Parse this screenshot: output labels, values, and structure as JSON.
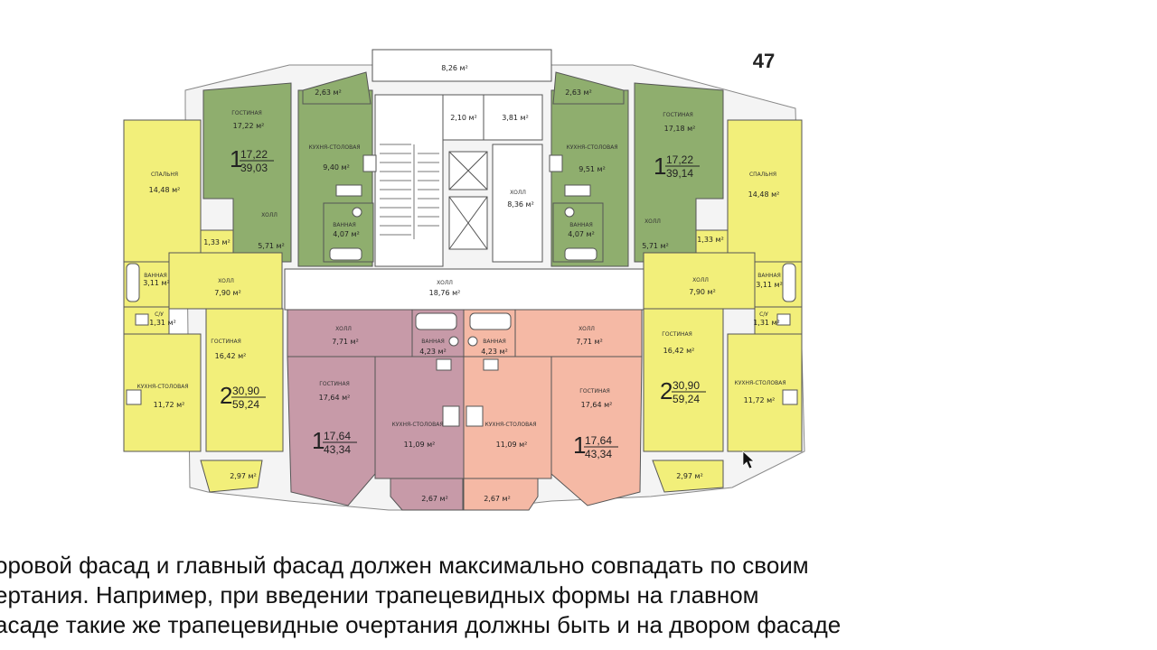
{
  "page_number": "47",
  "colors": {
    "green": "#8fae6e",
    "yellow": "#f2ef7a",
    "mauve": "#c79aa8",
    "salmon": "#f5b9a5",
    "wall": "#707070"
  },
  "top": {
    "balcony_area": "8,26 м²",
    "loggia_left": "2,63 м²",
    "loggia_right": "2,63 м²",
    "store_a": "2,10 м²",
    "store_b": "3,81 м²",
    "hall_label": "ХОЛЛ",
    "hall_area": "8,36 м²"
  },
  "common": {
    "hall_label": "ХОЛЛ",
    "hall_area": "18,76 м²"
  },
  "apt_green_left": {
    "living_label": "ГОСТИНАЯ",
    "living_area": "17,22 м²",
    "kitchen_label": "КУХНЯ-СТОЛОВАЯ",
    "kitchen_area": "9,40 м²",
    "bath_label": "ВАННАЯ",
    "bath_area": "4,07 м²",
    "hall_label": "ХОЛЛ",
    "hall_area": "5,71 м²",
    "rooms": "1",
    "living_total": "17,22",
    "total": "39,03"
  },
  "apt_green_right": {
    "living_label": "ГОСТИНАЯ",
    "living_area": "17,18 м²",
    "kitchen_label": "КУХНЯ-СТОЛОВАЯ",
    "kitchen_area": "9,51 м²",
    "bath_label": "ВАННАЯ",
    "bath_area": "4,07 м²",
    "hall_label": "ХОЛЛ",
    "hall_area": "5,71 м²",
    "rooms": "1",
    "living_total": "17,22",
    "total": "39,14"
  },
  "apt_yellow_left": {
    "bedroom_label": "СПАЛЬНЯ",
    "bedroom_area": "14,48 м²",
    "closet_area": "1,33 м²",
    "bath_label": "ВАННАЯ",
    "bath_area": "3,11 м²",
    "wc_label": "С/У",
    "wc_area": "1,31 м²",
    "hall_label": "ХОЛЛ",
    "hall_area": "7,90 м²",
    "living_label": "ГОСТИНАЯ",
    "living_area": "16,42 м²",
    "kitchen_label": "КУХНЯ-СТОЛОВАЯ",
    "kitchen_area": "11,72 м²",
    "balcony_area": "2,97 м²",
    "rooms": "2",
    "living_total": "30,90",
    "total": "59,24"
  },
  "apt_yellow_right": {
    "bedroom_label": "СПАЛЬНЯ",
    "bedroom_area": "14,48 м²",
    "closet_area": "1,33 м²",
    "bath_label": "ВАННАЯ",
    "bath_area": "3,11 м²",
    "wc_label": "С/У",
    "wc_area": "1,31 м²",
    "hall_label": "ХОЛЛ",
    "hall_area": "7,90 м²",
    "living_label": "ГОСТИНАЯ",
    "living_area": "16,42 м²",
    "kitchen_label": "КУХНЯ-СТОЛОВАЯ",
    "kitchen_area": "11,72 м²",
    "balcony_area": "2,97 м²",
    "rooms": "2",
    "living_total": "30,90",
    "total": "59,24"
  },
  "apt_mauve": {
    "hall_label": "ХОЛЛ",
    "hall_area": "7,71 м²",
    "bath_label": "ВАННАЯ",
    "bath_area": "4,23 м²",
    "living_label": "ГОСТИНАЯ",
    "living_area": "17,64 м²",
    "kitchen_label": "КУХНЯ-СТОЛОВАЯ",
    "kitchen_area": "11,09 м²",
    "balcony_area": "2,67 м²",
    "rooms": "1",
    "living_total": "17,64",
    "total": "43,34"
  },
  "apt_salmon": {
    "hall_label": "ХОЛЛ",
    "hall_area": "7,71 м²",
    "bath_label": "ВАННАЯ",
    "bath_area": "4,23 м²",
    "living_label": "ГОСТИНАЯ",
    "living_area": "17,64 м²",
    "kitchen_label": "КУХНЯ-СТОЛОВАЯ",
    "kitchen_area": "11,09 м²",
    "balcony_area": "2,67 м²",
    "rooms": "1",
    "living_total": "17,64",
    "total": "43,34"
  },
  "caption": {
    "line1": "оровой фасад и главный фасад должен максимально совпадать по своим",
    "line2": "ертания. Например, при введении трапецевидных формы на главном",
    "line3": "асаде такие же трапецевидные очертания должны быть и на двором фасаде"
  }
}
